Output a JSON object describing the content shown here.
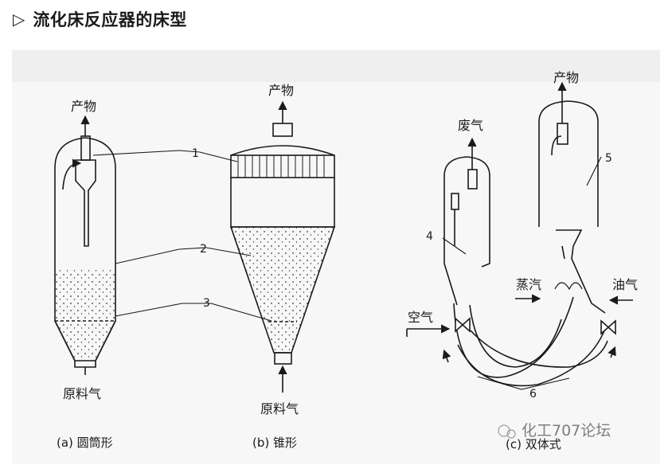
{
  "header": {
    "marker": "▷",
    "title": "流化床反应器的床型"
  },
  "labels": {
    "product": "产物",
    "feed_gas": "原料气",
    "exhaust": "废气",
    "air": "空气",
    "steam": "蒸汽",
    "oil_gas": "油气",
    "n1": "1",
    "n2": "2",
    "n3": "3",
    "n4": "4",
    "n5": "5",
    "n6": "6"
  },
  "captions": {
    "a": "(a)  圆筒形",
    "b": "(b)  锥形",
    "c": "(c)  双体式"
  },
  "watermark": "化工707论坛"
}
